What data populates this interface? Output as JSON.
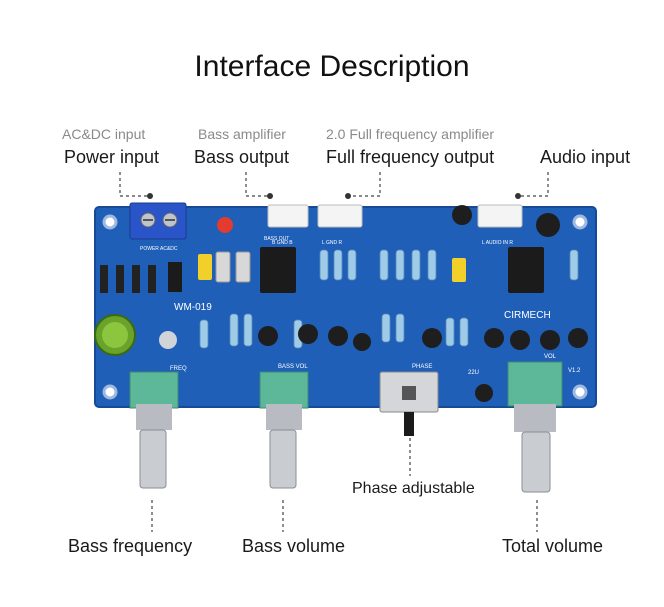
{
  "title": "Interface Description",
  "labels": {
    "acdc_input": "AC&DC input",
    "power_input": "Power input",
    "bass_amplifier": "Bass amplifier",
    "bass_output": "Bass output",
    "full_freq_amplifier": "2.0 Full frequency amplifier",
    "full_freq_output": "Full frequency output",
    "audio_input": "Audio input",
    "phase_adjustable": "Phase adjustable",
    "bass_frequency": "Bass frequency",
    "bass_volume": "Bass volume",
    "total_volume": "Total volume"
  },
  "board": {
    "model": "WM-019",
    "brand": "CIRMECH",
    "silk_freq": "FREQ",
    "silk_bass_vol": "BASS VOL",
    "silk_phase": "PHASE",
    "silk_vol": "VOL",
    "silk_v12": "V1.2",
    "silk_22u": "22U",
    "silk_power": "POWER AC&DC",
    "silk_bass_out": "BASS OUT",
    "silk_bgndb": "B GND B",
    "silk_lgndr": "L GND R",
    "silk_audio_in": "L AUDIO IN R"
  },
  "colors": {
    "pcb": "#1f5fb8",
    "pcb_dark": "#174a94",
    "terminal": "#2a55c8",
    "pot_shaft": "#c9ccd0",
    "pot_base": "#5db89a",
    "leader": "#444444"
  }
}
